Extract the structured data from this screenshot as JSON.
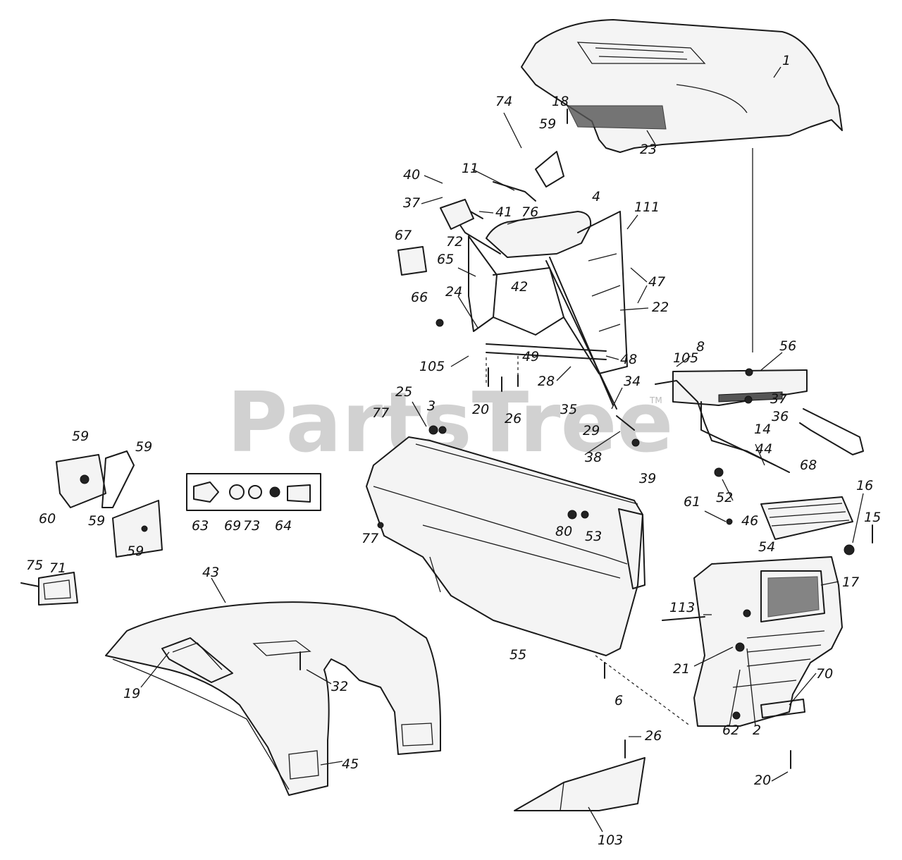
{
  "watermark": {
    "text": "PartsTree",
    "tm": "TM"
  },
  "callouts": {
    "c1": "1",
    "c18": "18",
    "c23": "23",
    "c74": "74",
    "c59_top": "59",
    "c11_left": "11",
    "c40": "40",
    "c37_left": "37",
    "c41": "41",
    "c76": "76",
    "c4": "4",
    "c111": "111",
    "c67": "67",
    "c72": "72",
    "c65": "65",
    "c42": "42",
    "c47": "47",
    "c24": "24",
    "c66": "66",
    "c22": "22",
    "c105_left": "105",
    "c49": "49",
    "c48": "48",
    "c105_right": "105",
    "c8": "8",
    "c56": "56",
    "c28": "28",
    "c34": "34",
    "c37_right": "37",
    "c36": "36",
    "c25": "25",
    "c3": "3",
    "c20_mid": "20",
    "c26_mid": "26",
    "c35": "35",
    "c29": "29",
    "c77_top": "77",
    "c14": "14",
    "c38": "38",
    "c39": "39",
    "c44": "44",
    "c59_a": "59",
    "c59_b": "59",
    "c59_c": "59",
    "c59_d": "59",
    "c60": "60",
    "c63": "63",
    "c69": "69",
    "c73": "73",
    "c64": "64",
    "c52": "52",
    "c68": "68",
    "c16": "16",
    "c61": "61",
    "c15": "15",
    "c77_bot": "77",
    "c80": "80",
    "c53": "53",
    "c46": "46",
    "c54": "54",
    "c17": "17",
    "c71": "71",
    "c75": "75",
    "c43": "43",
    "c113": "113",
    "c55": "55",
    "c21": "21",
    "c70": "70",
    "c19": "19",
    "c32": "32",
    "c6": "6",
    "c62": "62",
    "c2": "2",
    "c26_bot": "26",
    "c45": "45",
    "c20_bot": "20",
    "c103": "103"
  }
}
